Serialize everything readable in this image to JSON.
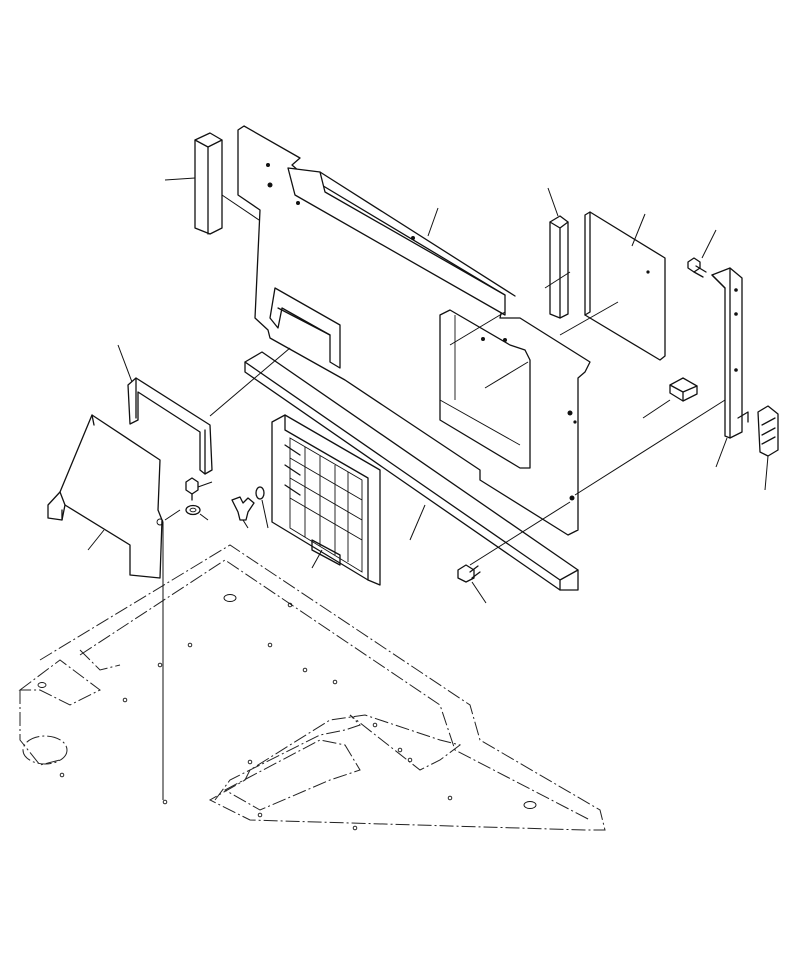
{
  "diagram": {
    "type": "exploded-parts-view",
    "colors": {
      "line": "#111111",
      "background": "#ffffff"
    },
    "parts": [
      "post-block",
      "rear-panel",
      "floor-spacer-bar",
      "vertical-strip",
      "small-panel",
      "hex-bolt",
      "bracket-rail",
      "foam-block",
      "latch",
      "u-handle",
      "side-cover",
      "bolt-washer",
      "wing-nut",
      "grille-cover",
      "mount-bolt",
      "floor-plate"
    ]
  }
}
